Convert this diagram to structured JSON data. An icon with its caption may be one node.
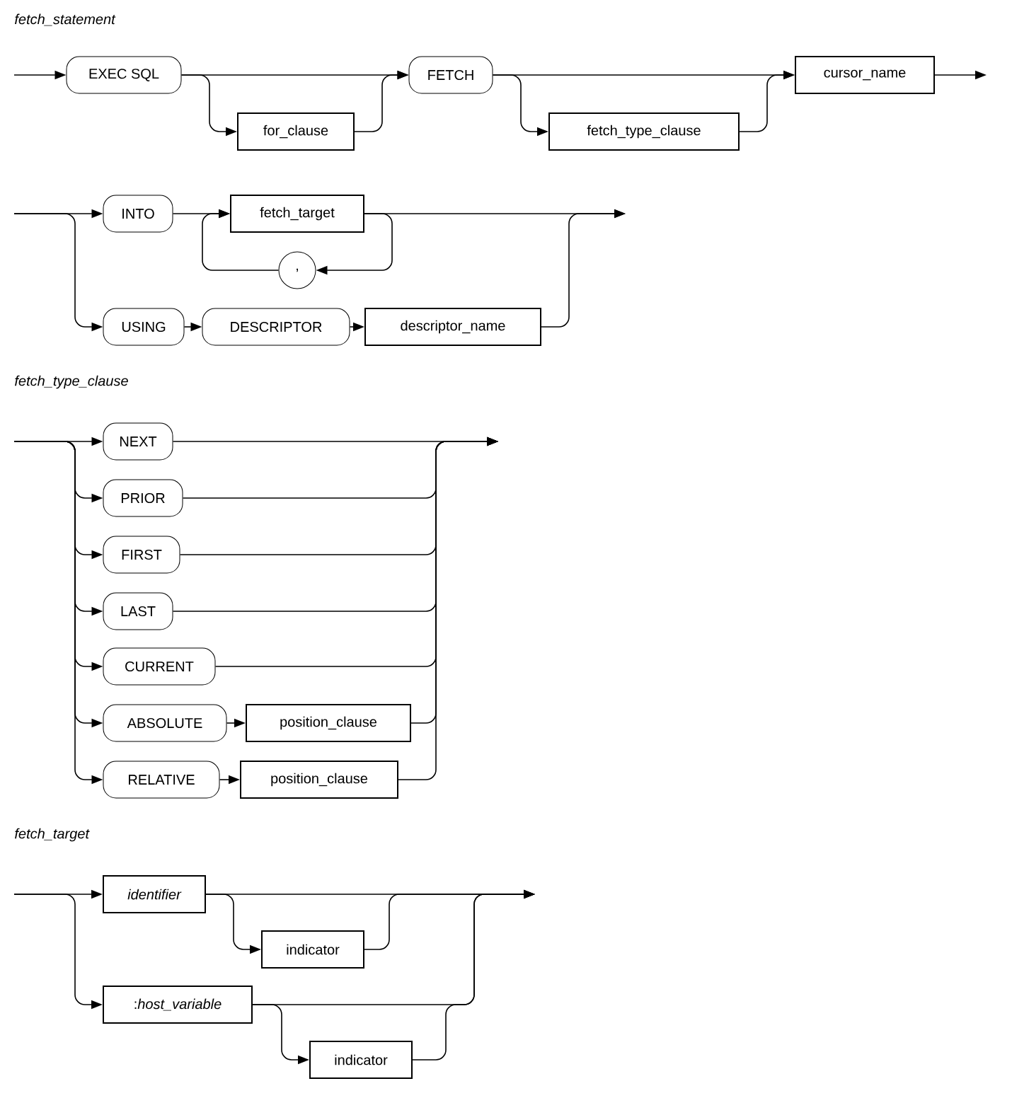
{
  "diagram": {
    "nodes": [
      {
        "text": [
          "EXEC SQL"
        ]
      },
      {
        "text": [
          "for_clause"
        ]
      },
      {
        "text": [
          "FETCH"
        ]
      },
      {
        "text": [
          "fetch_type_clause"
        ]
      },
      {
        "text": [
          "cursor_name"
        ]
      },
      {
        "text": [
          "INTO"
        ]
      },
      {
        "text": [
          "fetch_target"
        ]
      },
      {
        "text": [
          ","
        ]
      },
      {
        "text": [
          "USING"
        ]
      },
      {
        "text": [
          "DESCRIPTOR"
        ]
      },
      {
        "text": [
          "descriptor_name"
        ]
      },
      {
        "text": [
          "NEXT"
        ]
      },
      {
        "text": [
          "PRIOR"
        ]
      },
      {
        "text": [
          "FIRST"
        ]
      },
      {
        "text": [
          "LAST"
        ]
      },
      {
        "text": [
          "CURRENT"
        ]
      },
      {
        "text": [
          "ABSOLUTE"
        ]
      },
      {
        "text": [
          "position_clause"
        ]
      },
      {
        "text": [
          "RELATIVE"
        ]
      },
      {
        "text": [
          "position_clause"
        ]
      },
      {
        "text": [
          "identifier"
        ]
      },
      {
        "text": [
          "indicator"
        ]
      },
      {
        "text": [
          ":*host_variable*"
        ]
      },
      {
        "text": [
          "indicator"
        ]
      }
    ],
    "edges": [
      {
        "from": null,
        "to": 0,
        "arrow": "to"
      },
      {
        "from": 0,
        "to": 1,
        "arrow": "to"
      },
      {
        "from": 0,
        "to": 2,
        "arrow": "to"
      },
      {
        "from": 1,
        "to": 2,
        "arrow": "to"
      },
      {
        "from": 2,
        "to": 3,
        "arrow": "to"
      },
      {
        "from": 2,
        "to": 4,
        "arrow": "to"
      },
      {
        "from": 3,
        "to": 4,
        "arrow": "to"
      },
      {
        "from": 4,
        "to": null,
        "arrow": "to"
      },
      {
        "from": null,
        "to": 5,
        "arrow": "to"
      },
      {
        "from": null,
        "to": 8,
        "arrow": "to"
      },
      {
        "from": 5,
        "to": 6,
        "arrow": "to"
      },
      {
        "from": 6,
        "to": 7,
        "arrow": "to"
      },
      {
        "from": 7,
        "to": 6,
        "arrow": "to"
      },
      {
        "from": 6,
        "to": null,
        "arrow": "to"
      },
      {
        "from": 8,
        "to": 9,
        "arrow": "to"
      },
      {
        "from": 9,
        "to": 10,
        "arrow": "to"
      },
      {
        "from": 10,
        "to": null,
        "arrow": "to"
      },
      {
        "from": null,
        "to": 11,
        "arrow": "to"
      },
      {
        "from": null,
        "to": 12,
        "arrow": "to"
      },
      {
        "from": null,
        "to": 13,
        "arrow": "to"
      },
      {
        "from": null,
        "to": 14,
        "arrow": "to"
      },
      {
        "from": null,
        "to": 15,
        "arrow": "to"
      },
      {
        "from": null,
        "to": 16,
        "arrow": "to"
      },
      {
        "from": null,
        "to": 18,
        "arrow": "to"
      },
      {
        "from": 16,
        "to": 17,
        "arrow": "to"
      },
      {
        "from": 18,
        "to": 19,
        "arrow": "to"
      },
      {
        "from": 11,
        "to": null,
        "arrow": "to"
      },
      {
        "from": 12,
        "to": null,
        "arrow": "to"
      },
      {
        "from": 13,
        "to": null,
        "arrow": "to"
      },
      {
        "from": 14,
        "to": null,
        "arrow": "to"
      },
      {
        "from": 15,
        "to": null,
        "arrow": "to"
      },
      {
        "from": 17,
        "to": null,
        "arrow": "to"
      },
      {
        "from": 19,
        "to": null,
        "arrow": "to"
      },
      {
        "from": null,
        "to": 20,
        "arrow": "to"
      },
      {
        "from": null,
        "to": 22,
        "arrow": "to"
      },
      {
        "from": 20,
        "to": 21,
        "arrow": "to"
      },
      {
        "from": 20,
        "to": null,
        "arrow": "to"
      },
      {
        "from": 21,
        "to": null,
        "arrow": "to"
      },
      {
        "from": 22,
        "to": 23,
        "arrow": "to"
      },
      {
        "from": 22,
        "to": null,
        "arrow": "to"
      },
      {
        "from": 23,
        "to": null,
        "arrow": "to"
      }
    ],
    "labels": [
      "fetch_statement",
      "fetch_type_clause",
      "fetch_target"
    ]
  }
}
